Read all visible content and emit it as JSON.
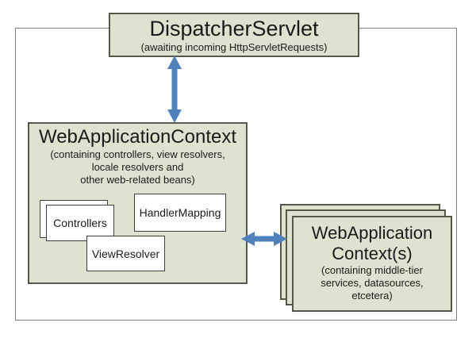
{
  "dispatcher_servlet": {
    "title": "DispatcherServlet",
    "subtitle": "(awaiting incoming HttpServletRequests)"
  },
  "web_application_context": {
    "title": "WebApplicationContext",
    "subtitle": "(containing controllers, view resolvers,\nlocale resolvers and\nother web-related beans)",
    "beans": {
      "controllers": "Controllers",
      "handler_mapping": "HandlerMapping",
      "view_resolver": "ViewResolver"
    }
  },
  "middle_tier_contexts": {
    "title": "WebApplication\nContext(s)",
    "subtitle": "(containing middle-tier\nservices, datasources,\netcetera)"
  },
  "colors": {
    "box_fill": "#dde3cf",
    "box_border": "#55584a",
    "inner_box_border": "#3f3f3f",
    "frame_border": "#7f7f7f",
    "arrow": "#4f81bd"
  }
}
